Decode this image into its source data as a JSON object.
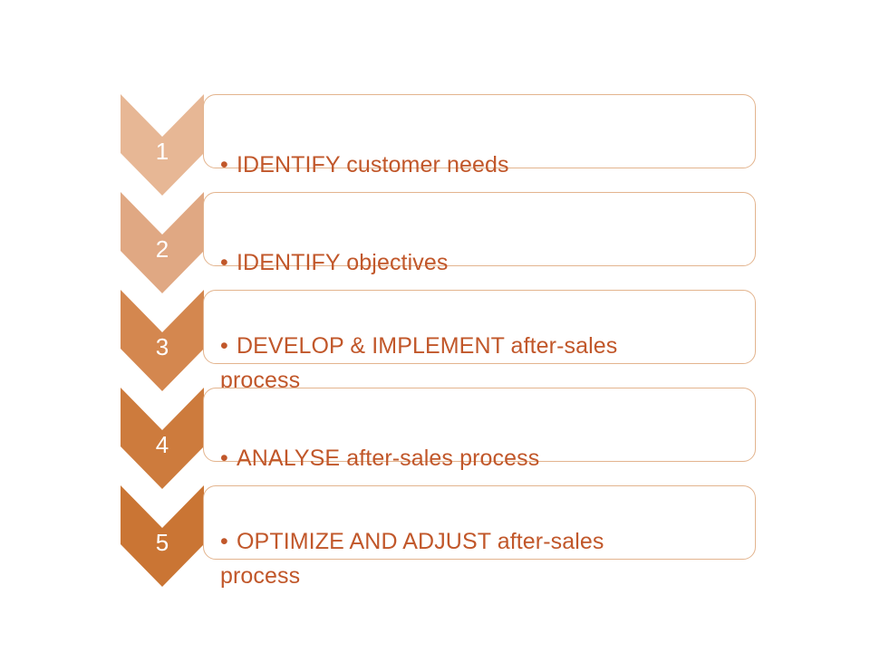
{
  "slide": {
    "background_color": "#ffffff",
    "accent_text_color": "#c1572a",
    "box_border_color": "#e3b48e",
    "number_color": "#ffffff"
  },
  "process": {
    "steps": [
      {
        "number": "1",
        "bullet": "•",
        "text": "IDENTIFY customer needs",
        "chevron_color": "#e7b795"
      },
      {
        "number": "2",
        "bullet": "•",
        "text": "IDENTIFY objectives",
        "chevron_color": "#e0a883"
      },
      {
        "number": "3",
        "bullet": "•",
        "text": "DEVELOP & IMPLEMENT after-sales\nprocess",
        "chevron_color": "#d4874f"
      },
      {
        "number": "4",
        "bullet": "•",
        "text": "ANALYSE after-sales process",
        "chevron_color": "#cd7b3d"
      },
      {
        "number": "5",
        "bullet": "•",
        "text": "OPTIMIZE AND ADJUST after-sales\nprocess",
        "chevron_color": "#ca7534"
      }
    ]
  }
}
